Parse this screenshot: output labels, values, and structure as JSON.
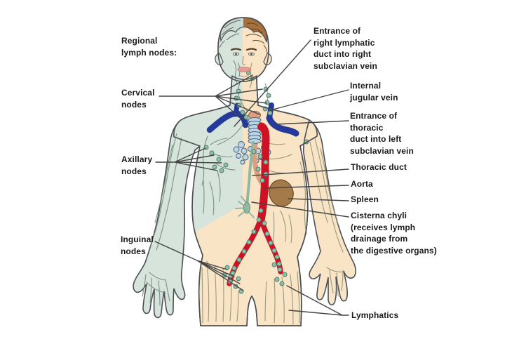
{
  "figure": {
    "type": "anatomical-diagram",
    "subject": "Lymphatic system of the human body with regional lymph nodes",
    "labels": {
      "regional": "Regional\nlymph nodes:",
      "cervical": "Cervical\nnodes",
      "axillary": "Axillary\nnodes",
      "inguinal": "Inguinal\nnodes",
      "entrance_right_lymphatic": "Entrance of\nright lymphatic\nduct into right\nsubclavian vein",
      "internal_jugular": "Internal\njugular vein",
      "entrance_thoracic": "Entrance of\nthoracic\nduct into left\nsubclavian vein",
      "thoracic_duct": "Thoracic duct",
      "aorta": "Aorta",
      "spleen": "Spleen",
      "cisterna_chyli": "Cisterna chyli\n(receives lymph\ndrainage from\nthe digestive organs)",
      "lymphatics": "Lymphatics"
    },
    "colors": {
      "skin": "#f9e5c6",
      "teal": "#d6e4dc",
      "aorta_red": "#cf1126",
      "vein_blue": "#25399b",
      "spleen_brown": "#a57a49",
      "node_green": "#8fc0ad",
      "vessel_green": "#7e947f",
      "outline": "#4c5054",
      "leader": "#454545",
      "text": "#1a1a1a",
      "hair_brown": "#a7713e",
      "hair_gray_green": "#c8dad1",
      "trachea_blue": "#b9d6e8",
      "flesh_tube": "#db9e80",
      "lips": "#e59c92",
      "duct_green": "#8fb8a6"
    }
  }
}
